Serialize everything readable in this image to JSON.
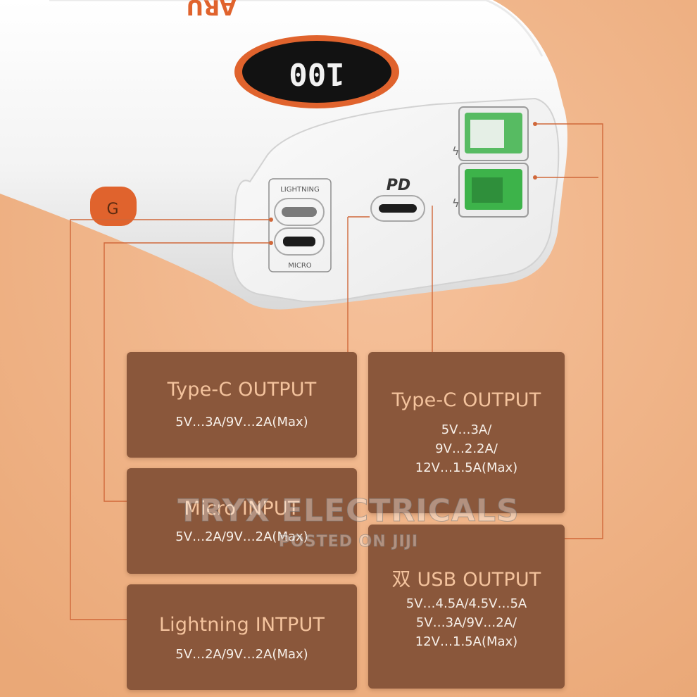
{
  "device": {
    "brand_text": "ARU",
    "display_value": "100",
    "port_labels": {
      "lightning": "LIGHTNING",
      "micro": "MICRO",
      "pd": "PD"
    }
  },
  "cards": {
    "typec_output_left": {
      "title": "Type-C OUTPUT",
      "spec_lines": [
        "5V…3A/9V…2A(Max)"
      ]
    },
    "typec_output_right": {
      "title": "Type-C OUTPUT",
      "spec_lines": [
        "5V…3A/",
        "9V…2.2A/",
        "12V…1.5A(Max)"
      ]
    },
    "micro_input": {
      "title": "Micro INPUT",
      "spec_lines": [
        "5V…2A/9V…2A(Max)"
      ]
    },
    "lightning_input": {
      "title": "Lightning INTPUT",
      "spec_lines": [
        "5V…2A/9V…2A(Max)"
      ]
    },
    "dual_usb_output": {
      "title": "双 USB OUTPUT",
      "spec_lines": [
        "5V…4.5A/4.5V…5A",
        "5V…3A/9V…2A/",
        "12V…1.5A(Max)"
      ]
    }
  },
  "watermark": {
    "main": "TRYX ELECTRICALS",
    "sub": "POSTED ON JIJI"
  },
  "colors": {
    "background": "#f0b489",
    "card": "#8a573b",
    "card_title": "#f4c39d",
    "accent_orange": "#e0632d",
    "usb_green": "#3db34a"
  }
}
